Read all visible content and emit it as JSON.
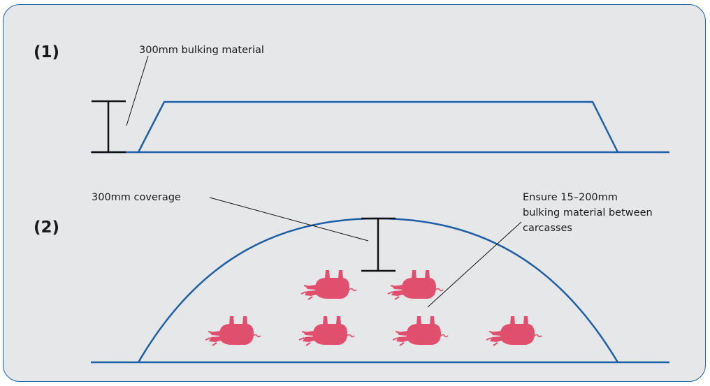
{
  "step_labels": [
    "(1)",
    "(2)"
  ],
  "annotations": {
    "bulking": "300mm bulking material",
    "coverage": "300mm coverage",
    "spacing_line1": "Ensure 15–200mm",
    "spacing_line2": "bulking material between",
    "spacing_line3": "carcasses"
  },
  "colors": {
    "frame": "#1d5fa6",
    "pile_outline": "#1d5fa6",
    "background": "#e6e7e9",
    "carcass": "#e0506e",
    "dimension_marker": "#111111"
  },
  "icons": [
    "carcass-icon"
  ]
}
